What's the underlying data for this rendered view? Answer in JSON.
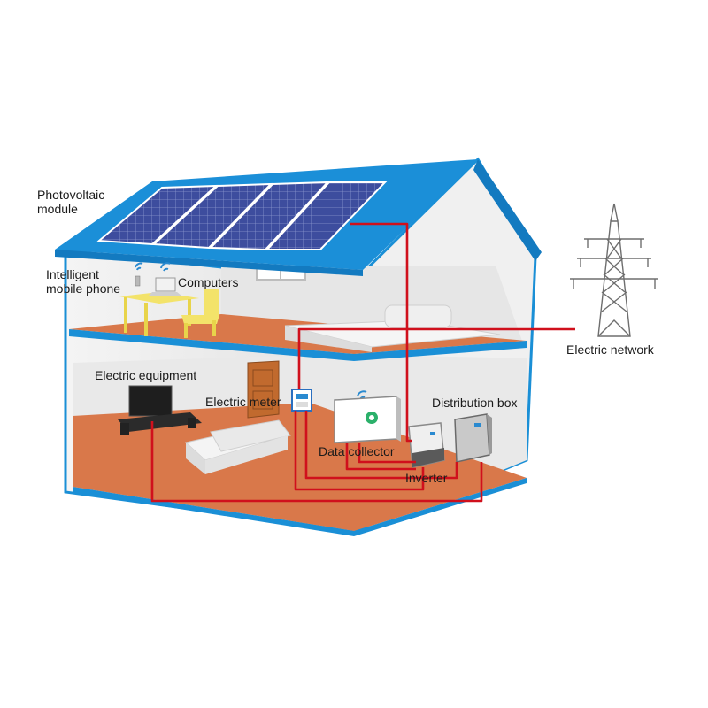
{
  "labels": {
    "photovoltaic_module": [
      "Photovoltaic",
      "module"
    ],
    "intelligent_mobile_phone": [
      "Intelligent",
      "mobile phone"
    ],
    "computers": "Computers",
    "electric_network": "Electric network",
    "electric_equipment": "Electric equipment",
    "electric_meter": "Electric meter",
    "distribution_box": "Distribution box",
    "data_collector": "Data collector",
    "inverter": "Inverter"
  },
  "colors": {
    "house_frame": "#1a8fd6",
    "wall": "#ececec",
    "floor": "#d9784a",
    "wire": "#d0101c",
    "panel": "#3a4a9c",
    "furniture_yellow": "#f3e36a"
  },
  "icons": [
    "solar-panel-icon",
    "power-tower-icon",
    "tv-icon",
    "sofa-icon",
    "bed-icon",
    "desk-icon",
    "chair-icon",
    "phone-icon",
    "laptop-icon",
    "meter-icon",
    "data-collector-icon",
    "inverter-icon",
    "distribution-box-icon",
    "wifi-icon"
  ]
}
